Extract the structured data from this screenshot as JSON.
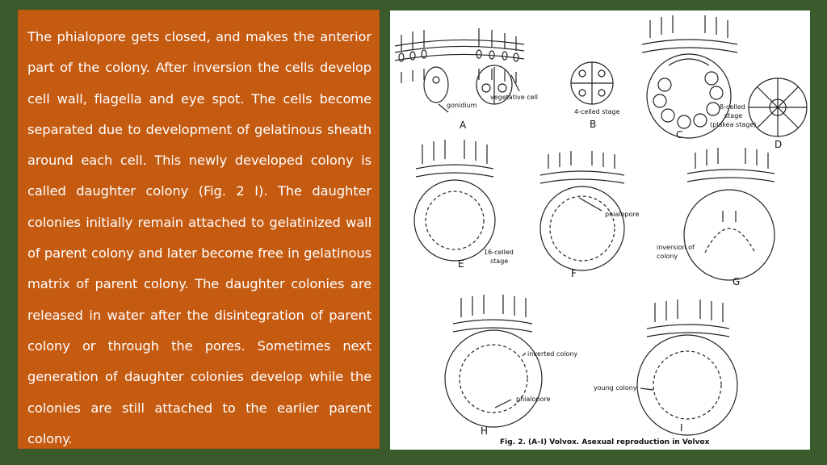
{
  "text": {
    "paragraph": "The phialopore gets closed, and makes the anterior part of the colony. After inversion the cells develop cell wall, flagella and eye spot. The cells become separated due to development of gelatinous sheath around each cell. This newly developed colony is called daughter colony (Fig. 2 I). The daughter colonies initially remain attached to gelatinized wall of parent colony and later become free in gelatinous matrix of parent colony. The daughter colonies are released in water after the disintegration of parent colony or through the pores. Sometimes next generation of daughter colonies develop while the colonies are still attached to the earlier parent colony."
  },
  "figure": {
    "caption": "Fig. 2. (A–I) Volvox. Asexual reproduction in Volvox",
    "letters": {
      "A": "A",
      "B": "B",
      "C": "C",
      "D": "D",
      "E": "E",
      "F": "F",
      "G": "G",
      "H": "H",
      "I": "I"
    },
    "labels": {
      "gonidium": "gonidium",
      "vegetative_cell": "vegetative cell",
      "four_celled": "4-celled stage",
      "eight_celled_1": "8-celled",
      "eight_celled_2": "stage",
      "eight_celled_3": "(plakea stage)",
      "sixteen_celled_1": "16-celled",
      "sixteen_celled_2": "stage",
      "phialopore_f": "phialopore",
      "inversion_1": "inversion of",
      "inversion_2": "colony",
      "inverted_colony": "inverted colony",
      "phialopore_h": "phialopore",
      "young_colony": "young colony"
    }
  }
}
